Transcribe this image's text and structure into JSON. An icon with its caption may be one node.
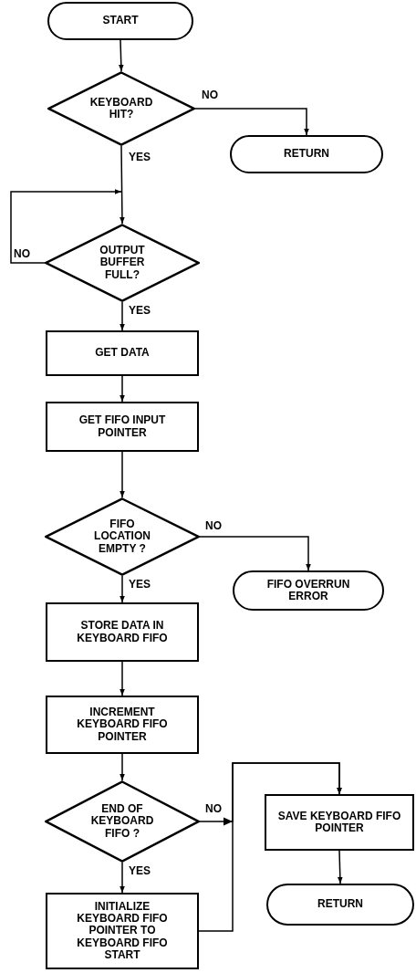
{
  "diagram": {
    "nodes": [
      {
        "text": [
          "START"
        ]
      },
      {
        "text": [
          "KEYBOARD HIT?"
        ]
      },
      {
        "text": [
          "RETURN"
        ]
      },
      {
        "text": [
          "OUTPUT BUFFER FULL?"
        ]
      },
      {
        "text": [
          "GET DATA"
        ]
      },
      {
        "text": [
          "GET FIFO INPUT POINTER"
        ]
      },
      {
        "text": [
          "FIFO LOCATION EMPTY ?"
        ]
      },
      {
        "text": [
          "FIFO OVERRUN ERROR"
        ]
      },
      {
        "text": [
          "STORE DATA IN KEYBOARD FIFO"
        ]
      },
      {
        "text": [
          "INCREMENT KEYBOARD FIFO POINTER"
        ]
      },
      {
        "text": [
          "END OF KEYBOARD FIFO ?"
        ]
      },
      {
        "text": [
          "SAVE KEYBOARD FIFO POINTER"
        ]
      },
      {
        "text": [
          "RETURN"
        ]
      },
      {
        "text": [
          "INITIALIZE KEYBOARD FIFO POINTER TO KEYBOARD FIFO START"
        ]
      }
    ],
    "edges": [
      {
        "from": 0,
        "to": 1,
        "arrow": "to"
      },
      {
        "from": 1,
        "to": 2,
        "arrow": "to",
        "label": "NO"
      },
      {
        "from": 1,
        "to": 3,
        "arrow": "to",
        "label": "YES"
      },
      {
        "from": 3,
        "to": 3,
        "arrow": "to",
        "label": "NO"
      },
      {
        "from": 3,
        "to": 4,
        "arrow": "to",
        "label": "YES"
      },
      {
        "from": 4,
        "to": 5,
        "arrow": "to"
      },
      {
        "from": 5,
        "to": 6,
        "arrow": "to"
      },
      {
        "from": 6,
        "to": 7,
        "arrow": "to",
        "label": "NO"
      },
      {
        "from": 6,
        "to": 8,
        "arrow": "to",
        "label": "YES"
      },
      {
        "from": 8,
        "to": 9,
        "arrow": "to"
      },
      {
        "from": 9,
        "to": 10,
        "arrow": "to"
      },
      {
        "from": 10,
        "to": 11,
        "arrow": "to",
        "label": "NO"
      },
      {
        "from": 10,
        "to": 13,
        "arrow": "to",
        "label": "YES"
      },
      {
        "from": 13,
        "to": 11,
        "arrow": "to"
      },
      {
        "from": 11,
        "to": 12,
        "arrow": "to"
      }
    ]
  }
}
